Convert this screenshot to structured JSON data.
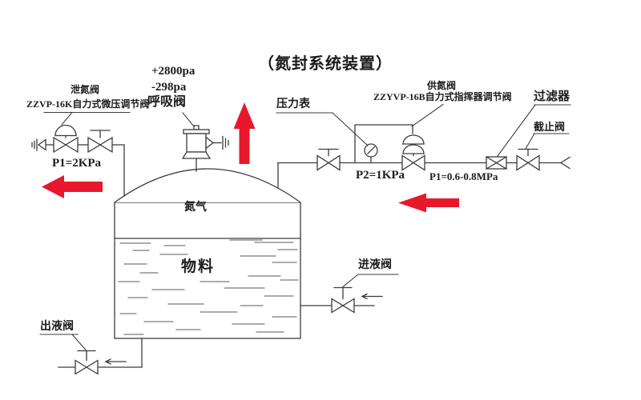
{
  "title": "（氮封系统装置）",
  "colors": {
    "line": "#3c3c3c",
    "text": "#1c1c1c",
    "arrow_red": "#e8182c"
  },
  "labels": {
    "vent_valve": "泄氮阀",
    "vent_valve_model": "ZZVP-16K自力式微压调节阀",
    "breather_valve": "呼吸阀",
    "breather_pressure_pos": "+2800pa",
    "breather_pressure_neg": "-298pa",
    "pressure_gauge": "压力表",
    "supply_valve": "供氮阀",
    "supply_valve_model": "ZZYVP-16B自力式指挥器调节阀",
    "filter": "过滤器",
    "stop_valve": "截止阀",
    "pressure_left": "P1=2KPa",
    "pressure_mid": "P2=1KPa",
    "pressure_right": "P1=0.6-0.8MPa",
    "tank_gas": "氮气",
    "tank_material": "物料",
    "inlet_valve": "进液阀",
    "outlet_valve": "出液阀"
  },
  "icons": {
    "vent_regulator": "dome-actuator-globe-valve-icon",
    "left_stop_valve": "handwheel-globe-valve-icon",
    "breather": "breather-valve-icon",
    "gauge": "pressure-gauge-icon",
    "supply_regulator": "double-dome-pilot-valve-icon",
    "filter": "box-x-filter-icon",
    "stop_valve": "handwheel-globe-valve-icon",
    "inlet": "handwheel-globe-valve-icon",
    "outlet": "handwheel-globe-valve-icon",
    "flow_arrows": "red-flow-arrow"
  }
}
